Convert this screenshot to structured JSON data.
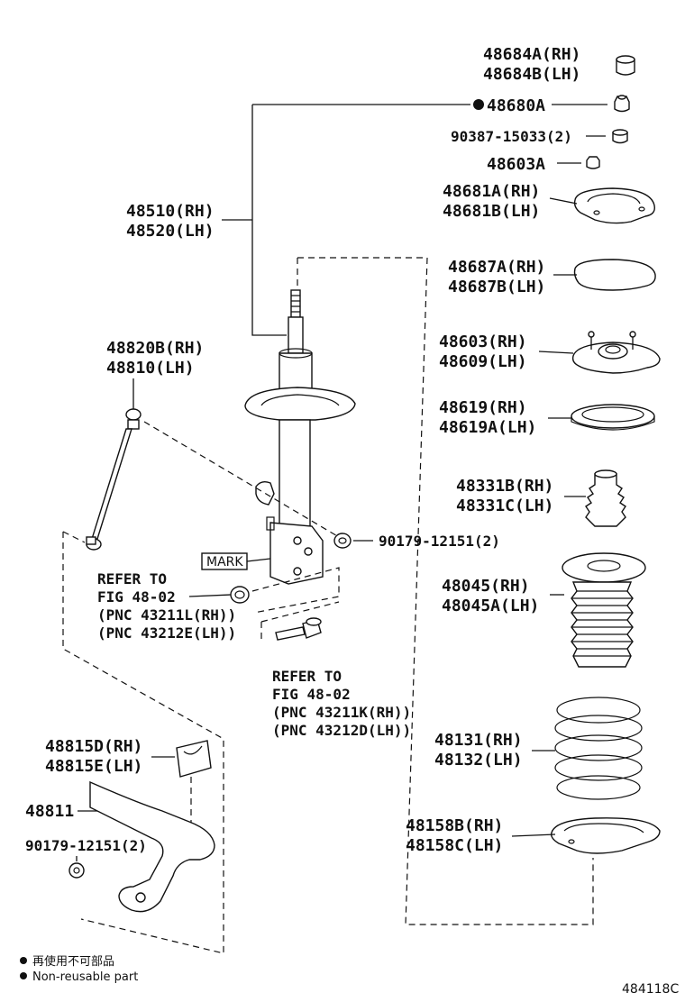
{
  "labels": {
    "p48684": [
      "48684A(RH)",
      "48684B(LH)"
    ],
    "p48680": "48680A",
    "p90387": "90387-15033(2)",
    "p48603A": "48603A",
    "p48681": [
      "48681A(RH)",
      "48681B(LH)"
    ],
    "p48510": [
      "48510(RH)",
      "48520(LH)"
    ],
    "p48687": [
      "48687A(RH)",
      "48687B(LH)"
    ],
    "p48603": [
      "48603(RH)",
      "48609(LH)"
    ],
    "p48820": [
      "48820B(RH)",
      "48810(LH)"
    ],
    "p48619": [
      "48619(RH)",
      "48619A(LH)"
    ],
    "p48331": [
      "48331B(RH)",
      "48331C(LH)"
    ],
    "p90179a": "90179-12151(2)",
    "mark": "MARK",
    "refer1": [
      "REFER TO",
      "FIG 48-02",
      "(PNC 43211L(RH))",
      "(PNC 43212E(LH))"
    ],
    "p48045": [
      "48045(RH)",
      "48045A(LH)"
    ],
    "refer2": [
      "REFER TO",
      "FIG 48-02",
      "(PNC 43211K(RH))",
      "(PNC 43212D(LH))"
    ],
    "p48131": [
      "48131(RH)",
      "48132(LH)"
    ],
    "p48815": [
      "48815D(RH)",
      "48815E(LH)"
    ],
    "p48158": [
      "48158B(RH)",
      "48158C(LH)"
    ],
    "p48811": "48811",
    "p90179b": "90179-12151(2)"
  },
  "legend": {
    "line1": "再使用不可部品",
    "line2": "Non-reusable part"
  },
  "figure_code": "484118C"
}
